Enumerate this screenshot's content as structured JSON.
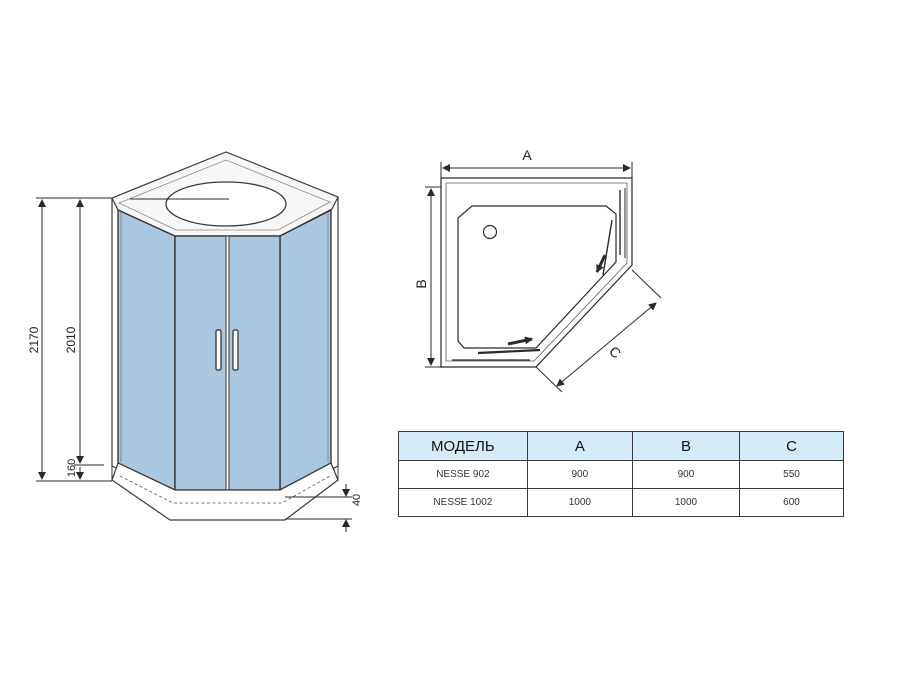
{
  "front_view": {
    "dims": {
      "total_height": "2170",
      "panel_height": "2010",
      "tray_height": "160",
      "tray_step": "40"
    }
  },
  "top_view": {
    "labels": {
      "a": "A",
      "b": "B",
      "c": "C"
    }
  },
  "spec_table": {
    "headers": [
      "МОДЕЛЬ",
      "A",
      "B",
      "C"
    ],
    "rows": [
      {
        "model": "NESSE 902",
        "a": "900",
        "b": "900",
        "c": "550"
      },
      {
        "model": "NESSE 1002",
        "a": "1000",
        "b": "1000",
        "c": "600"
      }
    ]
  },
  "colors": {
    "glass": "#a9c7df",
    "header_fill": "#d4ecf7",
    "line": "#2a2a2a"
  }
}
